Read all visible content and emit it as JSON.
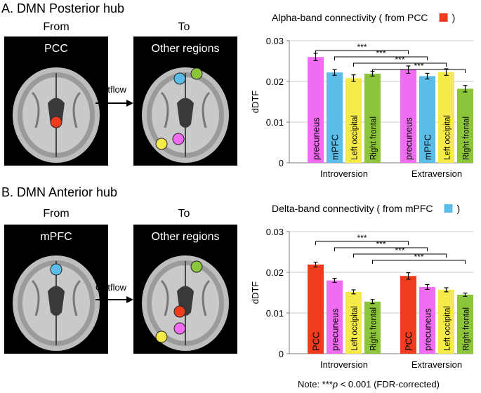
{
  "panelA": {
    "section_title": "A. DMN Posterior hub",
    "from_label": "From",
    "from_region": "PCC",
    "to_label": "To",
    "to_region": "Other regions",
    "arrow_label": "Outflow"
  },
  "panelB": {
    "section_title": "B. DMN Anterior hub",
    "from_label": "From",
    "from_region": "mPFC",
    "to_label": "To",
    "to_region": "Other regions",
    "arrow_label": "Outflow"
  },
  "note": {
    "prefix": "Note: ***",
    "p": "p",
    "suffix": " < 0.001 (FDR-corrected)"
  },
  "colors": {
    "PCC": "#f03c1e",
    "precuneus": "#f06cf0",
    "mPFC": "#5bbce8",
    "Left occipital": "#f5ea4a",
    "Right frontal": "#8cc43c"
  },
  "chart_data": [
    {
      "type": "bar",
      "title": "Alpha-band connectivity ( from PCC",
      "title_end": ")",
      "source_color": "#f03c1e",
      "ylabel": "dDTF",
      "ylim": [
        0,
        0.03
      ],
      "yticks": [
        "0",
        "0.01",
        "0.02",
        "0.03"
      ],
      "yticks_num": [
        0,
        0.01,
        0.02,
        0.03
      ],
      "categories": [
        "Introversion",
        "Extraversion"
      ],
      "series": [
        {
          "name": "precuneus",
          "values": [
            0.026,
            0.0229
          ],
          "errors": [
            0.0009,
            0.0009
          ]
        },
        {
          "name": "mPFC",
          "values": [
            0.0222,
            0.0213
          ],
          "errors": [
            0.0007,
            0.0007
          ]
        },
        {
          "name": "Left occipital",
          "values": [
            0.0208,
            0.0223
          ],
          "errors": [
            0.0008,
            0.0008
          ]
        },
        {
          "name": "Right frontal",
          "values": [
            0.0219,
            0.0182
          ],
          "errors": [
            0.0006,
            0.0008
          ]
        }
      ],
      "significance": [
        {
          "label": "***",
          "from_series": 0,
          "to_series": 0
        },
        {
          "label": "***",
          "from_series": 1,
          "to_series": 1
        },
        {
          "label": "***",
          "from_series": 2,
          "to_series": 2
        },
        {
          "label": "***",
          "from_series": 3,
          "to_series": 3
        }
      ]
    },
    {
      "type": "bar",
      "title": "Delta-band connectivity ( from mPFC",
      "title_end": ")",
      "source_color": "#5bbce8",
      "ylabel": "dDTF",
      "ylim": [
        0,
        0.03
      ],
      "yticks": [
        "0",
        "0.01",
        "0.02",
        "0.03"
      ],
      "yticks_num": [
        0,
        0.01,
        0.02,
        0.03
      ],
      "categories": [
        "Introversion",
        "Extraversion"
      ],
      "series": [
        {
          "name": "PCC",
          "values": [
            0.0219,
            0.0191
          ],
          "errors": [
            0.0006,
            0.0008
          ]
        },
        {
          "name": "precuneus",
          "values": [
            0.018,
            0.0164
          ],
          "errors": [
            0.0005,
            0.0006
          ]
        },
        {
          "name": "Left occipital",
          "values": [
            0.0152,
            0.0157
          ],
          "errors": [
            0.0005,
            0.0005
          ]
        },
        {
          "name": "Right frontal",
          "values": [
            0.0128,
            0.0145
          ],
          "errors": [
            0.0005,
            0.0004
          ]
        }
      ],
      "significance": [
        {
          "label": "***",
          "from_series": 0,
          "to_series": 0
        },
        {
          "label": "***",
          "from_series": 1,
          "to_series": 1
        },
        {
          "label": "***",
          "from_series": 2,
          "to_series": 2
        },
        {
          "label": "***",
          "from_series": 3,
          "to_series": 3
        }
      ]
    }
  ]
}
